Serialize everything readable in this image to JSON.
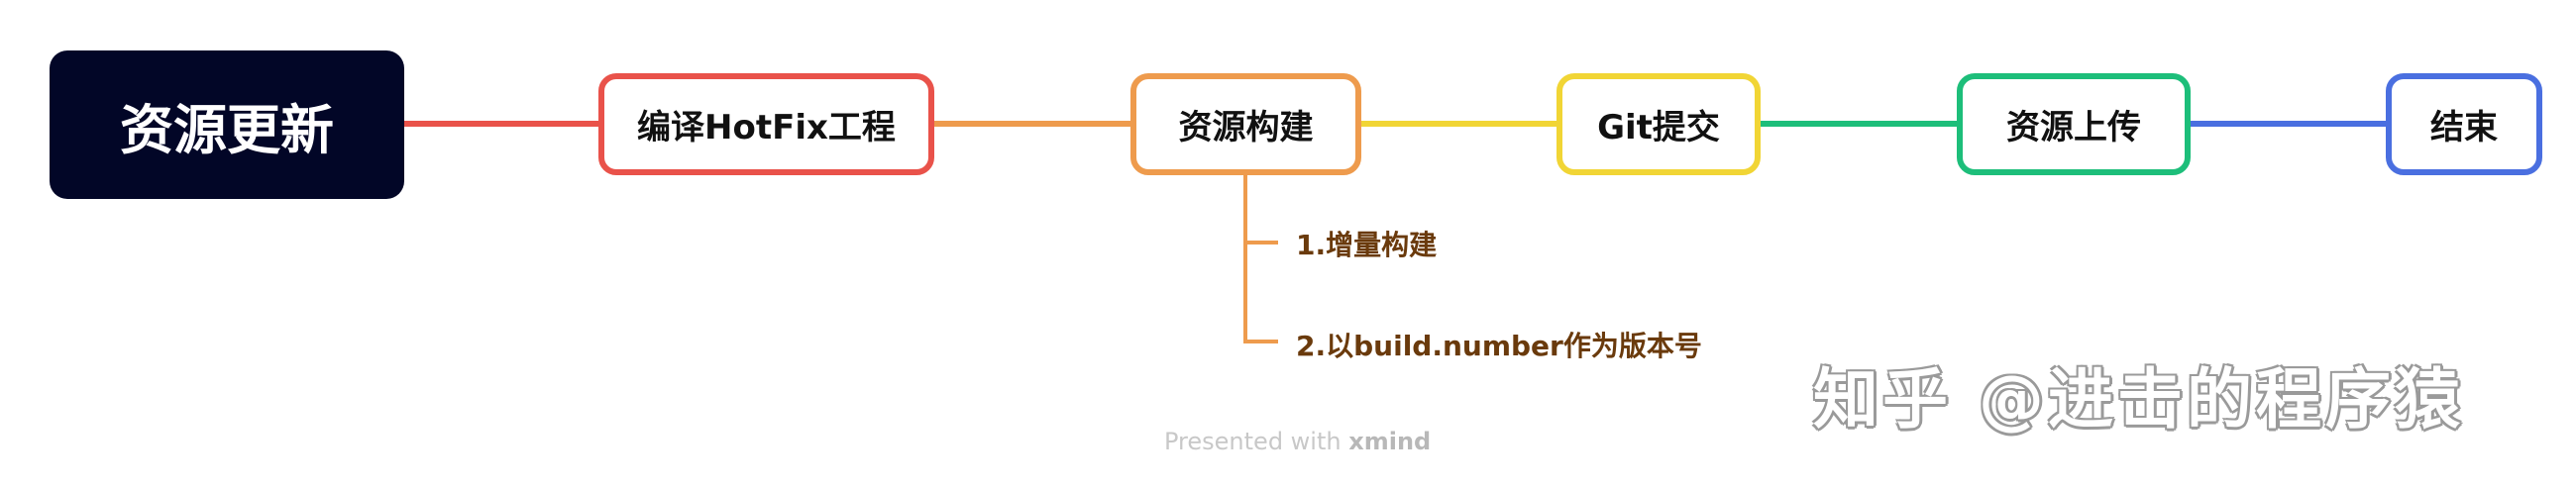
{
  "diagram": {
    "root": {
      "label": "资源更新",
      "color": "#020627"
    },
    "steps": [
      {
        "label": "编译HotFix工程",
        "color": "#e9524a"
      },
      {
        "label": "资源构建",
        "color": "#ee9b4d",
        "children": [
          {
            "label": "1.增量构建"
          },
          {
            "label": "2.以build.number作为版本号"
          }
        ]
      },
      {
        "label": "Git提交",
        "color": "#f1d535"
      },
      {
        "label": "资源上传",
        "color": "#1dbe7a"
      },
      {
        "label": "结束",
        "color": "#4a6fe0"
      }
    ],
    "child_text_color": "#6a3a0c"
  },
  "footer": {
    "presented_with": "Presented with",
    "brand": "xmind"
  },
  "watermark": {
    "text": "知乎 @进击的程序猿"
  }
}
